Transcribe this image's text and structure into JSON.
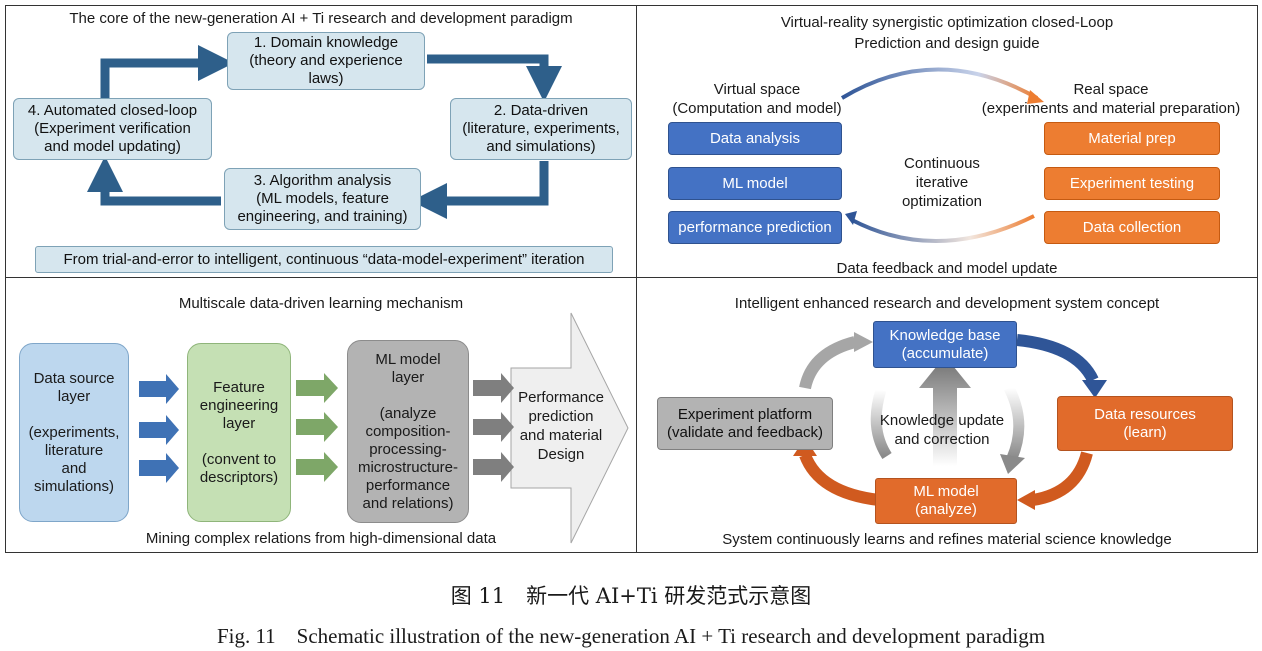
{
  "panel1": {
    "title": "The core of the new-generation AI + Ti research and development paradigm",
    "step1": "1. Domain knowledge\n(theory and experience\nlaws)",
    "step2": "2. Data-driven\n(literature, experiments,\nand simulations)",
    "step3": "3. Algorithm analysis\n(ML models, feature\nengineering, and training)",
    "step4": "4. Automated closed-loop\n(Experiment verification\nand model updating)",
    "footer": "From trial-and-error to intelligent, continuous “data-model-experiment” iteration"
  },
  "panel2": {
    "title": "Virtual-reality synergistic optimization closed-Loop",
    "subtitle": "Prediction and design guide",
    "virtual_label": "Virtual space\n(Computation and model)",
    "real_label": "Real space\n(experiments and material preparation)",
    "virtual_items": [
      "Data analysis",
      "ML model",
      "performance prediction"
    ],
    "real_items": [
      "Material prep",
      "Experiment testing",
      "Data collection"
    ],
    "center": "Continuous\niterative\noptimization",
    "bottom": "Data feedback and model update",
    "colors": {
      "virtual": "#4472c4",
      "real": "#ed7d31"
    }
  },
  "panel3": {
    "title": "Multiscale data-driven learning mechanism",
    "layer1": "Data source\nlayer\n\n(experiments,\nliterature\nand\nsimulations)",
    "layer2": "Feature\nengineering\nlayer\n\n(convent to\ndescriptors)",
    "layer3": "ML model\nlayer\n\n(analyze\ncomposition-\nprocessing-\nmicrostructure-\nperformance\nand relations)",
    "output": "Performance\nprediction\nand material\nDesign",
    "footer": "Mining complex relations from high-dimensional data"
  },
  "panel4": {
    "title": "Intelligent enhanced research and development system concept",
    "knowledge": "Knowledge base\n(accumulate)",
    "data": "Data resources\n(learn)",
    "model": "ML model\n(analyze)",
    "platform": "Experiment platform\n(validate and feedback)",
    "center": "Knowledge update\nand correction",
    "footer": "System continuously learns and refines material science knowledge"
  },
  "caption": {
    "cn": "图 11　新一代 AI+Ti 研发范式示意图",
    "en": "Fig. 11　Schematic illustration of the new-generation AI + Ti research and development paradigm"
  }
}
